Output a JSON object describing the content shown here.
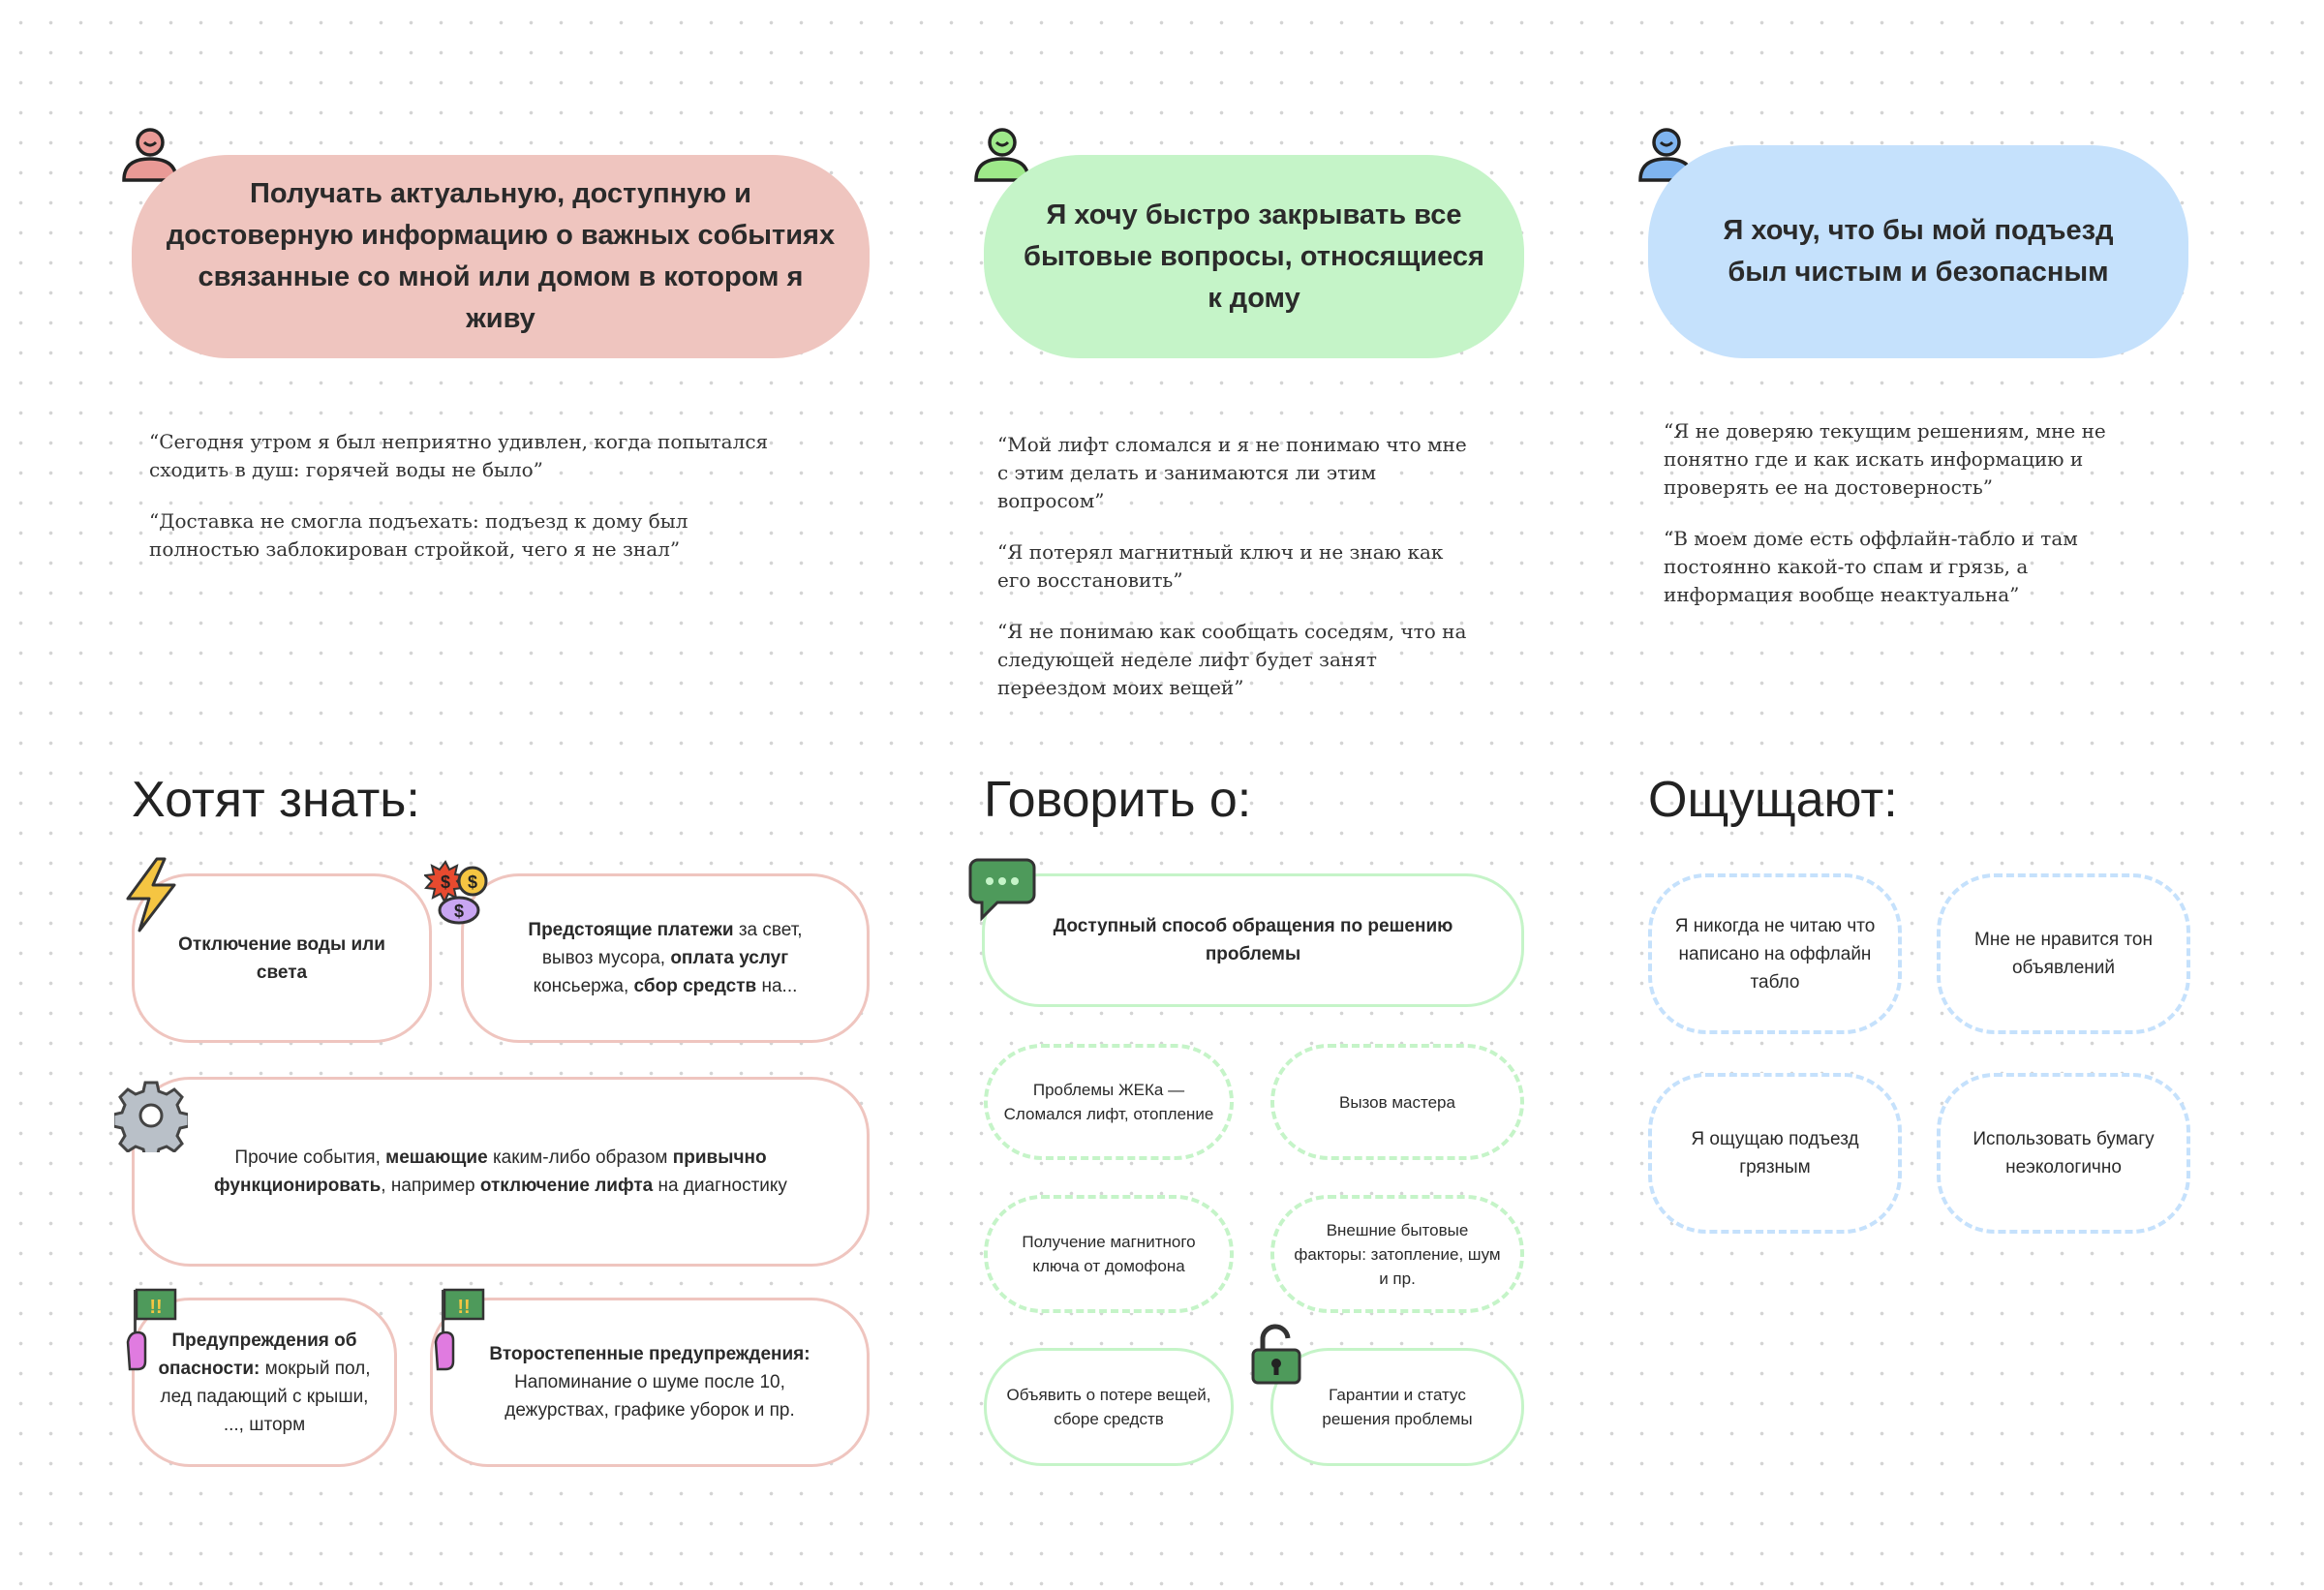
{
  "goals": [
    {
      "text": "Получать актуальную, доступную и достоверную информацию о важных событиях связанные со мной или домом в котором я живу",
      "color": "#efc5bf"
    },
    {
      "text": "Я хочу быстро закрывать все бытовые вопросы, относящиеся к дому",
      "color": "#c5f4c8"
    },
    {
      "text": "Я хочу, что бы мой подъезд был чистым и безопасным",
      "color": "#c5e1fc"
    }
  ],
  "persons": [
    {
      "icon": "person-icon",
      "color": "#e99a96"
    },
    {
      "icon": "person-icon",
      "color": "#9ee98a"
    },
    {
      "icon": "person-icon",
      "color": "#7fb4ef"
    }
  ],
  "quotes": {
    "col1": [
      "“Сегодня утром я был неприятно удивлен, когда попытался сходить в душ: горячей воды не было”",
      "“Доставка не смогла подъехать: подъезд к дому был полностью заблокирован стройкой, чего я не знал”"
    ],
    "col2": [
      "“Мой лифт сломался и я не понимаю что мне с этим делать и занимаются ли этим вопросом”",
      "“Я потерял магнитный ключ и не знаю как его восстановить”",
      "“Я не понимаю как сообщать соседям, что на следующей неделе лифт будет занят переездом моих вещей”"
    ],
    "col3": [
      "“Я не доверяю текущим решениям, мне не понятно где и как искать информацию и проверять ее на достоверность”",
      "“В моем доме есть оффлайн-табло и там постоянно какой-то спам и грязь, а информация вообще неактуальна”"
    ]
  },
  "sections": {
    "know": "Хотят знать:",
    "talk": "Говорить о:",
    "feel": "Ощущают:"
  },
  "know_cards": {
    "c1": {
      "b1": "Отключение воды или света"
    },
    "c2": {
      "b1": "Предстоящие платежи",
      "t1": " за свет, вывоз мусора, ",
      "b2": "оплата услуг",
      "t2": " консьержа, ",
      "b3": "сбор средств",
      "t3": " на..."
    },
    "c3": {
      "t1": "Прочие события, ",
      "b1": "мешающие",
      "t2": " каким-либо образом ",
      "b2": "привычно функционировать",
      "t3": ", например ",
      "b3": "отключение лифта",
      "t4": " на диагностику"
    },
    "c4": {
      "b1": "Предупреждения об опасности:",
      "t1": " мокрый пол, лед падающий с крыши, ..., шторм"
    },
    "c5": {
      "b1": "Второстепенные предупреждения:",
      "t1": " Напоминание о шуме после 10, дежурствах, графике уборок и пр."
    }
  },
  "talk_cards": {
    "main": "Доступный способ обращения по решению проблемы",
    "items": [
      "Проблемы ЖЕКа — Сломался лифт, отопление",
      "Вызов мастера",
      "Получение магнитного ключа от домофона",
      "Внешние бытовые факторы: затопление, шум и пр.",
      "Объявить о потере вещей, сборе средств",
      "Гарантии и статус решения проблемы"
    ]
  },
  "feel_cards": [
    "Я никогда не читаю что написано на оффлайн табло",
    "Мне не нравится тон объявлений",
    "Я ощущаю подъезд грязным",
    "Использовать бумагу неэкологично"
  ],
  "icons": [
    "lightning-icon",
    "money-icon",
    "gear-icon",
    "flag-hand-icon",
    "chat-icon",
    "unlock-icon"
  ]
}
